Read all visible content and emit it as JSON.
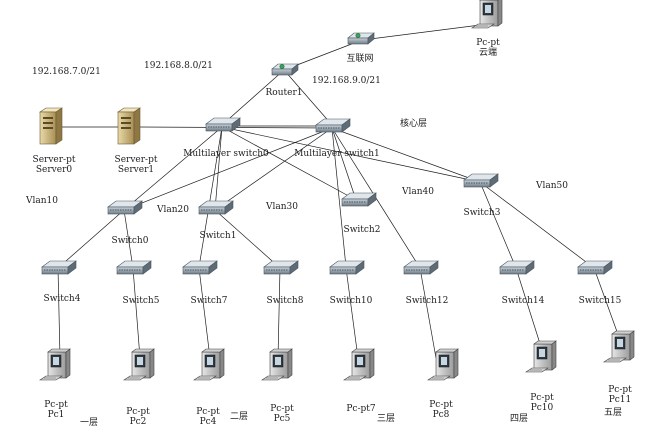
{
  "subnets": {
    "s7": "192.168.7.0/21",
    "s8": "192.168.8.0/21",
    "s9": "192.168.9.0/21"
  },
  "labels": {
    "core_layer": "核心层",
    "vlan10": "Vlan10",
    "vlan20": "Vlan20",
    "vlan30": "Vlan30",
    "vlan40": "Vlan40",
    "vlan50": "Vlan50",
    "floor1": "一层",
    "floor2": "二层",
    "floor3": "三层",
    "floor4": "四层",
    "floor5": "五层"
  },
  "devices": {
    "cloud_pc": {
      "type": "Pc-pt",
      "name": "云端"
    },
    "internet": {
      "name": "互联网"
    },
    "router1": {
      "name": "Router1"
    },
    "server0": {
      "type": "Server-pt",
      "name": "Server0"
    },
    "server1": {
      "type": "Server-pt",
      "name": "Server1"
    },
    "ms0": {
      "name": "Multilayer switch0"
    },
    "ms1": {
      "name": "Multilayer switch1"
    },
    "switch0": {
      "name": "Switch0"
    },
    "switch1": {
      "name": "Switch1"
    },
    "switch2": {
      "name": "Switch2"
    },
    "switch3": {
      "name": "Switch3"
    },
    "switch4": {
      "name": "Switch4"
    },
    "switch5": {
      "name": "Switch5"
    },
    "switch7": {
      "name": "Switch7"
    },
    "switch8": {
      "name": "Switch8"
    },
    "switch10": {
      "name": "Switch10"
    },
    "switch12": {
      "name": "Switch12"
    },
    "switch14": {
      "name": "Switch14"
    },
    "switch15": {
      "name": "Switch15"
    },
    "pc1": {
      "type": "Pc-pt",
      "name": "Pc1"
    },
    "pc2": {
      "type": "Pc-pt",
      "name": "Pc2"
    },
    "pc4": {
      "type": "Pc-pt",
      "name": "Pc4"
    },
    "pc5": {
      "type": "Pc-pt",
      "name": "Pc5"
    },
    "pc7": {
      "type": "Pc-pt7",
      "name": ""
    },
    "pc8": {
      "type": "Pc-pt",
      "name": "Pc8"
    },
    "pc10": {
      "type": "Pc-pt",
      "name": "Pc10"
    },
    "pc11": {
      "type": "Pc-pt",
      "name": "Pc11"
    }
  }
}
